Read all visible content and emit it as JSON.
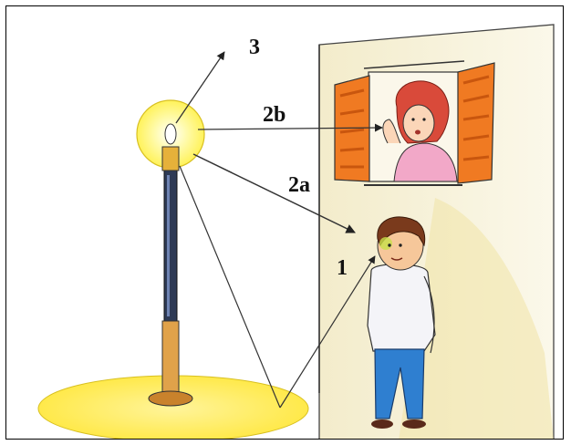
{
  "labels": {
    "ray_up": "3",
    "ray_window": "2b",
    "ray_boy": "2a",
    "ray_reflected": "1"
  },
  "colors": {
    "light_glow": "#fff25a",
    "ray": "#333333",
    "wall": "#f6f1d6",
    "shutter": "#f07a22",
    "shirt": "#f4f4f8",
    "trousers": "#2f7fd0"
  }
}
